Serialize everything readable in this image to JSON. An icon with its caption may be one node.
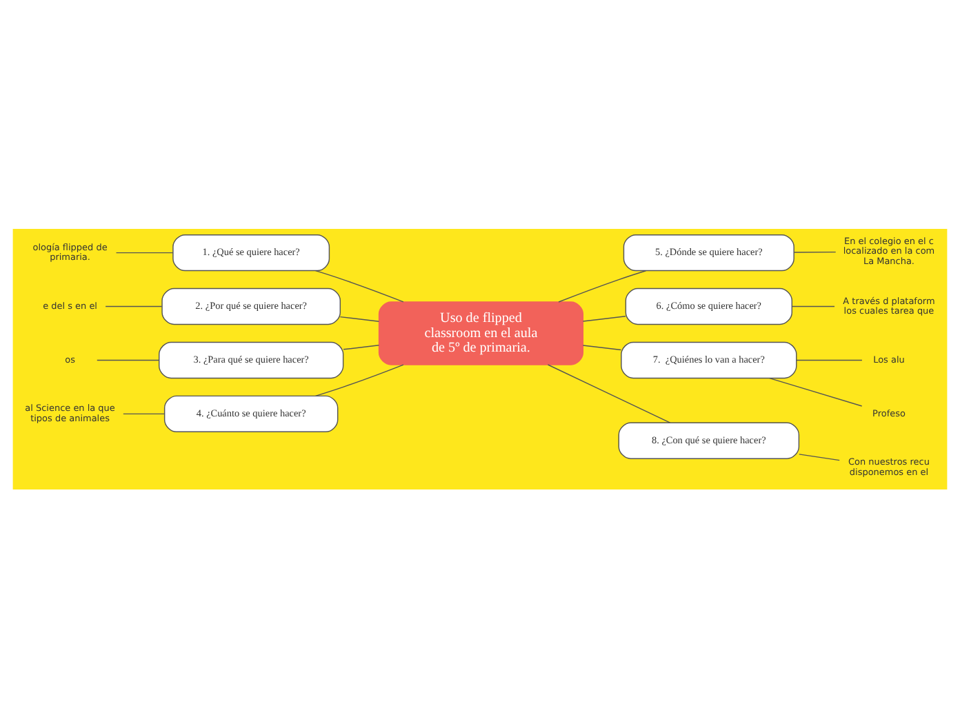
{
  "diagram": {
    "nodes": [
      {
        "text": [
          "Uso de flipped classroom en el aula de 5º de primaria."
        ]
      },
      {
        "text": [
          "1. ¿Qué se quiere hacer?"
        ]
      },
      {
        "text": [
          "ología flipped de primaria."
        ]
      },
      {
        "text": [
          "2. ¿Por qué se quiere hacer?"
        ]
      },
      {
        "text": [
          "e del s en el"
        ]
      },
      {
        "text": [
          "3. ¿Para qué se quiere hacer?"
        ]
      },
      {
        "text": [
          "os"
        ]
      },
      {
        "text": [
          "4. ¿Cuánto se quiere hacer?"
        ]
      },
      {
        "text": [
          "al Science en la que tipos de animales"
        ]
      },
      {
        "text": [
          "5. ¿Dónde se quiere hacer?"
        ]
      },
      {
        "text": [
          "En el colegio en el c localizado en la com La Mancha."
        ]
      },
      {
        "text": [
          "6. ¿Cómo se quiere hacer?"
        ]
      },
      {
        "text": [
          "A través d plataform los cuales tarea que"
        ]
      },
      {
        "text": [
          "7.  ¿Quiénes lo van a hacer?"
        ]
      },
      {
        "text": [
          "Los alu"
        ]
      },
      {
        "text": [
          "Profeso"
        ]
      },
      {
        "text": [
          "8. ¿Con qué se quiere hacer?"
        ]
      },
      {
        "text": [
          "Con nuestros recu disponemos en el"
        ]
      }
    ],
    "edges": [
      {
        "from": 0,
        "to": 1,
        "arrow": "none"
      },
      {
        "from": 1,
        "to": 2,
        "arrow": "none"
      },
      {
        "from": 0,
        "to": 3,
        "arrow": "none"
      },
      {
        "from": 3,
        "to": 4,
        "arrow": "none"
      },
      {
        "from": 0,
        "to": 5,
        "arrow": "none"
      },
      {
        "from": 5,
        "to": 6,
        "arrow": "none"
      },
      {
        "from": 0,
        "to": 7,
        "arrow": "none"
      },
      {
        "from": 7,
        "to": 8,
        "arrow": "none"
      },
      {
        "from": 0,
        "to": 9,
        "arrow": "none"
      },
      {
        "from": 9,
        "to": 10,
        "arrow": "none"
      },
      {
        "from": 0,
        "to": 11,
        "arrow": "none"
      },
      {
        "from": 11,
        "to": 12,
        "arrow": "none"
      },
      {
        "from": 0,
        "to": 13,
        "arrow": "none"
      },
      {
        "from": 13,
        "to": 14,
        "arrow": "none"
      },
      {
        "from": 13,
        "to": 15,
        "arrow": "none"
      },
      {
        "from": 0,
        "to": 16,
        "arrow": "none"
      },
      {
        "from": 16,
        "to": 17,
        "arrow": "none"
      }
    ]
  }
}
